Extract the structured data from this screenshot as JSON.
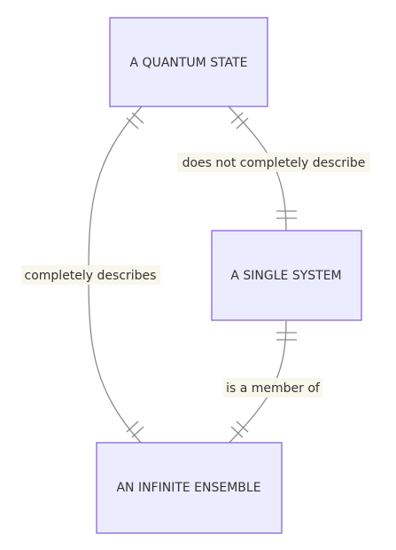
{
  "entities": {
    "quantum_state": "A QUANTUM STATE",
    "single_system": "A SINGLE SYSTEM",
    "infinite_ensemble": "AN INFINITE ENSEMBLE"
  },
  "relationships": {
    "state_single": "does not completely describe",
    "state_ensemble": "completely describes",
    "single_ensemble": "is a member of"
  },
  "colors": {
    "entity_fill": "#ececff",
    "entity_border": "#9370db",
    "line": "#8a8a8a",
    "label_background": "#f6f6ea"
  }
}
